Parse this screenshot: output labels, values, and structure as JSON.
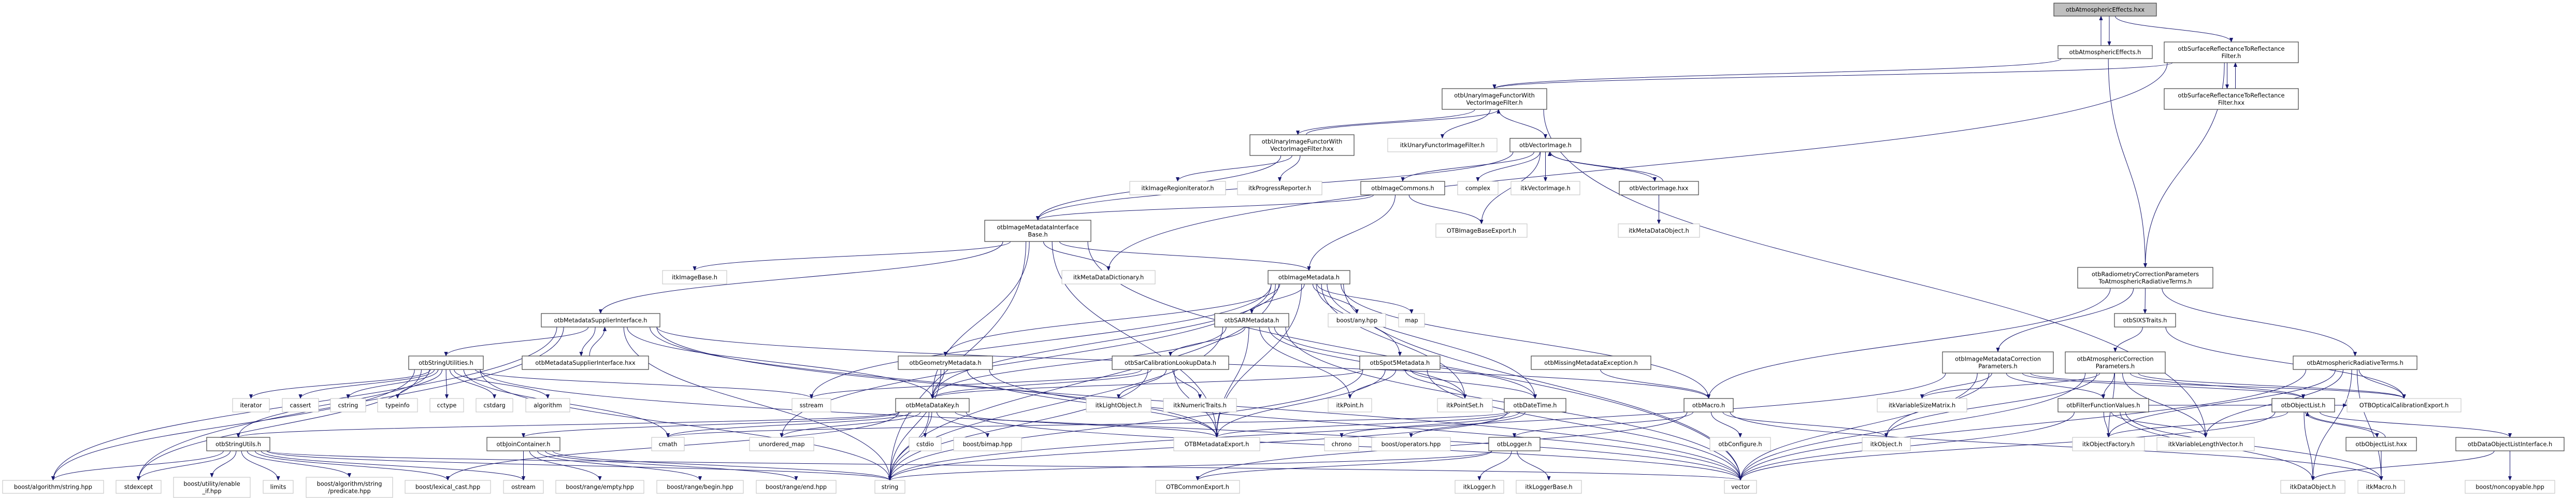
{
  "graph": {
    "edge_color": "#191970",
    "root_fill": "#bfbfbf",
    "documented_border": "#404040",
    "external_border": "#bfbfbf",
    "nodes": [
      {
        "id": "root",
        "label": "otbAtmosphericEffects.hxx",
        "kind": "root"
      },
      {
        "id": "ae",
        "label": "otbAtmosphericEffects.h",
        "kind": "documented"
      },
      {
        "id": "srf",
        "label": "otbSurfaceReflectanceToReflectance\nFilter.h",
        "kind": "documented"
      },
      {
        "id": "srfx",
        "label": "otbSurfaceReflectanceToReflectance\nFilter.hxx",
        "kind": "documented"
      },
      {
        "id": "uf",
        "label": "otbUnaryImageFunctorWith\nVectorImageFilter.h",
        "kind": "documented"
      },
      {
        "id": "ufx",
        "label": "otbUnaryImageFunctorWith\nVectorImageFilter.hxx",
        "kind": "documented"
      },
      {
        "id": "iufif",
        "label": "itkUnaryFunctorImageFilter.h",
        "kind": "external"
      },
      {
        "id": "vi",
        "label": "otbVectorImage.h",
        "kind": "documented"
      },
      {
        "id": "iiri",
        "label": "itkImageRegionIterator.h",
        "kind": "external"
      },
      {
        "id": "ipr",
        "label": "itkProgressReporter.h",
        "kind": "external"
      },
      {
        "id": "ic",
        "label": "otbImageCommons.h",
        "kind": "documented"
      },
      {
        "id": "cplx",
        "label": "complex",
        "kind": "external"
      },
      {
        "id": "ivi",
        "label": "itkVectorImage.h",
        "kind": "external"
      },
      {
        "id": "vix",
        "label": "otbVectorImage.hxx",
        "kind": "documented"
      },
      {
        "id": "imib",
        "label": "otbImageMetadataInterface\nBase.h",
        "kind": "documented"
      },
      {
        "id": "ibe",
        "label": "OTBImageBaseExport.h",
        "kind": "external"
      },
      {
        "id": "imdo",
        "label": "itkMetaDataObject.h",
        "kind": "external"
      },
      {
        "id": "iib",
        "label": "itkImageBase.h",
        "kind": "external"
      },
      {
        "id": "imdd",
        "label": "itkMetaDataDictionary.h",
        "kind": "external"
      },
      {
        "id": "im",
        "label": "otbImageMetadata.h",
        "kind": "documented"
      },
      {
        "id": "rad",
        "label": "otbRadiometryCorrectionParameters\nToAtmosphericRadiativeTerms.h",
        "kind": "documented"
      },
      {
        "id": "msi",
        "label": "otbMetadataSupplierInterface.h",
        "kind": "documented"
      },
      {
        "id": "sar",
        "label": "otbSARMetadata.h",
        "kind": "documented"
      },
      {
        "id": "bany",
        "label": "boost/any.hpp",
        "kind": "external"
      },
      {
        "id": "map",
        "label": "map",
        "kind": "external"
      },
      {
        "id": "sixs",
        "label": "otbSIXSTraits.h",
        "kind": "documented"
      },
      {
        "id": "msix",
        "label": "otbMetadataSupplierInterface.hxx",
        "kind": "documented"
      },
      {
        "id": "su",
        "label": "otbStringUtilities.h",
        "kind": "documented"
      },
      {
        "id": "geo",
        "label": "otbGeometryMetadata.h",
        "kind": "documented"
      },
      {
        "id": "sarcal",
        "label": "otbSarCalibrationLookupData.h",
        "kind": "documented"
      },
      {
        "id": "spot",
        "label": "otbSpot5Metadata.h",
        "kind": "documented"
      },
      {
        "id": "mme",
        "label": "otbMissingMetadataException.h",
        "kind": "documented"
      },
      {
        "id": "imcp",
        "label": "otbImageMetadataCorrection\nParameters.h",
        "kind": "documented"
      },
      {
        "id": "acp",
        "label": "otbAtmosphericCorrection\nParameters.h",
        "kind": "documented"
      },
      {
        "id": "art",
        "label": "otbAtmosphericRadiativeTerms.h",
        "kind": "documented"
      },
      {
        "id": "iter",
        "label": "iterator",
        "kind": "external"
      },
      {
        "id": "cassert",
        "label": "cassert",
        "kind": "external"
      },
      {
        "id": "cstring",
        "label": "cstring",
        "kind": "external"
      },
      {
        "id": "typeinfo",
        "label": "typeinfo",
        "kind": "external"
      },
      {
        "id": "cctype",
        "label": "cctype",
        "kind": "external"
      },
      {
        "id": "cstdarg",
        "label": "cstdarg",
        "kind": "external"
      },
      {
        "id": "algo",
        "label": "algorithm",
        "kind": "external"
      },
      {
        "id": "sstream",
        "label": "sstream",
        "kind": "external"
      },
      {
        "id": "mdk",
        "label": "otbMetaDataKey.h",
        "kind": "documented"
      },
      {
        "id": "ilo",
        "label": "itkLightObject.h",
        "kind": "external"
      },
      {
        "id": "int",
        "label": "itkNumericTraits.h",
        "kind": "external"
      },
      {
        "id": "pt",
        "label": "itkPoint.h",
        "kind": "external"
      },
      {
        "id": "ps",
        "label": "itkPointSet.h",
        "kind": "external"
      },
      {
        "id": "dt",
        "label": "otbDateTime.h",
        "kind": "documented"
      },
      {
        "id": "mac",
        "label": "otbMacro.h",
        "kind": "documented"
      },
      {
        "id": "ivsm",
        "label": "itkVariableSizeMatrix.h",
        "kind": "external"
      },
      {
        "id": "ffv",
        "label": "otbFilterFunctionValues.h",
        "kind": "documented"
      },
      {
        "id": "ol",
        "label": "otbObjectList.h",
        "kind": "documented"
      },
      {
        "id": "ocx",
        "label": "OTBOpticalCalibrationExport.h",
        "kind": "external"
      },
      {
        "id": "sut",
        "label": "otbStringUtils.h",
        "kind": "documented"
      },
      {
        "id": "jc",
        "label": "otbJoinContainer.h",
        "kind": "documented"
      },
      {
        "id": "cmath",
        "label": "cmath",
        "kind": "external"
      },
      {
        "id": "umap",
        "label": "unordered_map",
        "kind": "external"
      },
      {
        "id": "cstdio",
        "label": "cstdio",
        "kind": "external"
      },
      {
        "id": "bimap",
        "label": "boost/bimap.hpp",
        "kind": "external"
      },
      {
        "id": "mex",
        "label": "OTBMetadataExport.h",
        "kind": "external"
      },
      {
        "id": "chrono",
        "label": "chrono",
        "kind": "external"
      },
      {
        "id": "bops",
        "label": "boost/operators.hpp",
        "kind": "external"
      },
      {
        "id": "log",
        "label": "otbLogger.h",
        "kind": "documented"
      },
      {
        "id": "conf",
        "label": "otbConfigure.h",
        "kind": "external"
      },
      {
        "id": "iobj",
        "label": "itkObject.h",
        "kind": "external"
      },
      {
        "id": "iof",
        "label": "itkObjectFactory.h",
        "kind": "external"
      },
      {
        "id": "ivlv",
        "label": "itkVariableLengthVector.h",
        "kind": "external"
      },
      {
        "id": "olx",
        "label": "otbObjectList.hxx",
        "kind": "documented"
      },
      {
        "id": "doli",
        "label": "otbDataObjectListInterface.h",
        "kind": "documented"
      },
      {
        "id": "bstr",
        "label": "boost/algorithm/string.hpp",
        "kind": "external"
      },
      {
        "id": "stdexc",
        "label": "stdexcept",
        "kind": "external"
      },
      {
        "id": "enif",
        "label": "boost/utility/enable\n_if.hpp",
        "kind": "external"
      },
      {
        "id": "limits",
        "label": "limits",
        "kind": "external"
      },
      {
        "id": "pred",
        "label": "boost/algorithm/string\n/predicate.hpp",
        "kind": "external"
      },
      {
        "id": "lex",
        "label": "boost/lexical_cast.hpp",
        "kind": "external"
      },
      {
        "id": "ostream",
        "label": "ostream",
        "kind": "external"
      },
      {
        "id": "empty",
        "label": "boost/range/empty.hpp",
        "kind": "external"
      },
      {
        "id": "begin",
        "label": "boost/range/begin.hpp",
        "kind": "external"
      },
      {
        "id": "end",
        "label": "boost/range/end.hpp",
        "kind": "external"
      },
      {
        "id": "string",
        "label": "string",
        "kind": "external"
      },
      {
        "id": "cexp",
        "label": "OTBCommonExport.h",
        "kind": "external"
      },
      {
        "id": "ilog",
        "label": "itkLogger.h",
        "kind": "external"
      },
      {
        "id": "ilogb",
        "label": "itkLoggerBase.h",
        "kind": "external"
      },
      {
        "id": "vector",
        "label": "vector",
        "kind": "external"
      },
      {
        "id": "ido",
        "label": "itkDataObject.h",
        "kind": "external"
      },
      {
        "id": "imac",
        "label": "itkMacro.h",
        "kind": "external"
      },
      {
        "id": "bnc",
        "label": "boost/noncopyable.hpp",
        "kind": "external"
      }
    ],
    "edges": [
      [
        "root",
        "ae"
      ],
      [
        "ae",
        "root"
      ],
      [
        "root",
        "srf"
      ],
      [
        "ae",
        "uf"
      ],
      [
        "ae",
        "rad"
      ],
      [
        "srf",
        "srfx"
      ],
      [
        "srfx",
        "srf"
      ],
      [
        "srf",
        "rad"
      ],
      [
        "srf",
        "uf"
      ],
      [
        "srf",
        "imdd"
      ],
      [
        "uf",
        "ufx"
      ],
      [
        "ufx",
        "uf"
      ],
      [
        "uf",
        "iufif"
      ],
      [
        "uf",
        "vi"
      ],
      [
        "uf",
        "ivlv"
      ],
      [
        "ufx",
        "iiri"
      ],
      [
        "ufx",
        "ipr"
      ],
      [
        "ufx",
        "imib"
      ],
      [
        "vi",
        "ic"
      ],
      [
        "vi",
        "cplx"
      ],
      [
        "vi",
        "ivi"
      ],
      [
        "vi",
        "vix"
      ],
      [
        "vix",
        "vi"
      ],
      [
        "vi",
        "ibe"
      ],
      [
        "vi",
        "imib"
      ],
      [
        "vix",
        "imdo"
      ],
      [
        "ic",
        "im"
      ],
      [
        "ic",
        "ibe"
      ],
      [
        "ic",
        "imib"
      ],
      [
        "imib",
        "imdd"
      ],
      [
        "imib",
        "im"
      ],
      [
        "imib",
        "mdk"
      ],
      [
        "imib",
        "mex"
      ],
      [
        "imib",
        "iib"
      ],
      [
        "imib",
        "msi"
      ],
      [
        "imib",
        "string"
      ],
      [
        "imib",
        "vector"
      ],
      [
        "im",
        "sar"
      ],
      [
        "im",
        "bany"
      ],
      [
        "im",
        "map"
      ],
      [
        "im",
        "spot"
      ],
      [
        "im",
        "geo"
      ],
      [
        "im",
        "mdk"
      ],
      [
        "im",
        "mex"
      ],
      [
        "im",
        "mac"
      ],
      [
        "im",
        "vector"
      ],
      [
        "im",
        "string"
      ],
      [
        "im",
        "dt"
      ],
      [
        "im",
        "umap"
      ],
      [
        "im",
        "sstream"
      ],
      [
        "im",
        "ps"
      ],
      [
        "msi",
        "su"
      ],
      [
        "msi",
        "msix"
      ],
      [
        "msix",
        "msi"
      ],
      [
        "msi",
        "mdk"
      ],
      [
        "msi",
        "mex"
      ],
      [
        "msi",
        "string"
      ],
      [
        "msi",
        "vector"
      ],
      [
        "msi",
        "bstr"
      ],
      [
        "msi",
        "stdexc"
      ],
      [
        "msi",
        "mac"
      ],
      [
        "su",
        "iter"
      ],
      [
        "su",
        "cassert"
      ],
      [
        "su",
        "cstring"
      ],
      [
        "su",
        "typeinfo"
      ],
      [
        "su",
        "cctype"
      ],
      [
        "su",
        "cstdarg"
      ],
      [
        "su",
        "algo"
      ],
      [
        "su",
        "sstream"
      ],
      [
        "su",
        "cmath"
      ],
      [
        "su",
        "string"
      ],
      [
        "su",
        "vector"
      ],
      [
        "su",
        "sut"
      ],
      [
        "su",
        "stdexc"
      ],
      [
        "su",
        "bstr"
      ],
      [
        "sut",
        "bstr"
      ],
      [
        "sut",
        "stdexc"
      ],
      [
        "sut",
        "enif"
      ],
      [
        "sut",
        "limits"
      ],
      [
        "sut",
        "pred"
      ],
      [
        "sut",
        "lex"
      ],
      [
        "sut",
        "string"
      ],
      [
        "sut",
        "vector"
      ],
      [
        "sut",
        "ostream"
      ],
      [
        "jc",
        "ostream"
      ],
      [
        "jc",
        "empty"
      ],
      [
        "jc",
        "begin"
      ],
      [
        "jc",
        "end"
      ],
      [
        "jc",
        "string"
      ],
      [
        "sar",
        "sarcal"
      ],
      [
        "sar",
        "mex"
      ],
      [
        "sar",
        "string"
      ],
      [
        "sar",
        "vector"
      ],
      [
        "sar",
        "ps"
      ],
      [
        "sar",
        "dt"
      ],
      [
        "sar",
        "mdk"
      ],
      [
        "sar",
        "pt"
      ],
      [
        "geo",
        "mdk"
      ],
      [
        "geo",
        "string"
      ],
      [
        "geo",
        "vector"
      ],
      [
        "geo",
        "mex"
      ],
      [
        "sarcal",
        "ilo"
      ],
      [
        "sarcal",
        "int"
      ],
      [
        "sarcal",
        "mex"
      ],
      [
        "sarcal",
        "string"
      ],
      [
        "sarcal",
        "mdk"
      ],
      [
        "sarcal",
        "sstream"
      ],
      [
        "mdk",
        "cstdio"
      ],
      [
        "mdk",
        "bimap"
      ],
      [
        "mdk",
        "string"
      ],
      [
        "mdk",
        "mex"
      ],
      [
        "mdk",
        "umap"
      ],
      [
        "mdk",
        "jc"
      ],
      [
        "mdk",
        "sut"
      ],
      [
        "mdk",
        "vector"
      ],
      [
        "mdk",
        "lex"
      ],
      [
        "mdk",
        "cmath"
      ],
      [
        "spot",
        "pt"
      ],
      [
        "spot",
        "ps"
      ],
      [
        "spot",
        "dt"
      ],
      [
        "spot",
        "string"
      ],
      [
        "spot",
        "vector"
      ],
      [
        "spot",
        "mex"
      ],
      [
        "spot",
        "mdk"
      ],
      [
        "mme",
        "mac"
      ],
      [
        "dt",
        "chrono"
      ],
      [
        "dt",
        "bops"
      ],
      [
        "dt",
        "string"
      ],
      [
        "dt",
        "cmath"
      ],
      [
        "dt",
        "mex"
      ],
      [
        "mac",
        "conf"
      ],
      [
        "mac",
        "log"
      ],
      [
        "mac",
        "iobj"
      ],
      [
        "mac",
        "imac"
      ],
      [
        "mac",
        "cexp"
      ],
      [
        "log",
        "ilog"
      ],
      [
        "log",
        "ilogb"
      ],
      [
        "log",
        "cexp"
      ],
      [
        "log",
        "string"
      ],
      [
        "rad",
        "sixs"
      ],
      [
        "rad",
        "imcp"
      ],
      [
        "rad",
        "art"
      ],
      [
        "rad",
        "mac"
      ],
      [
        "sixs",
        "acp"
      ],
      [
        "sixs",
        "ocx"
      ],
      [
        "imcp",
        "ivsm"
      ],
      [
        "imcp",
        "ffv"
      ],
      [
        "imcp",
        "iobj"
      ],
      [
        "imcp",
        "vector"
      ],
      [
        "imcp",
        "ol"
      ],
      [
        "imcp",
        "ocx"
      ],
      [
        "imcp",
        "string"
      ],
      [
        "acp",
        "ffv"
      ],
      [
        "acp",
        "ivsm"
      ],
      [
        "acp",
        "iobj"
      ],
      [
        "acp",
        "ol"
      ],
      [
        "acp",
        "ocx"
      ],
      [
        "acp",
        "vector"
      ],
      [
        "acp",
        "ivlv"
      ],
      [
        "acp",
        "iof"
      ],
      [
        "ffv",
        "iof"
      ],
      [
        "ffv",
        "vector"
      ],
      [
        "ffv",
        "ido"
      ],
      [
        "ffv",
        "ivlv"
      ],
      [
        "ffv",
        "imac"
      ],
      [
        "ffv",
        "ocx"
      ],
      [
        "art",
        "ocx"
      ],
      [
        "art",
        "ivlv"
      ],
      [
        "art",
        "ido"
      ],
      [
        "art",
        "imac"
      ],
      [
        "art",
        "vector"
      ],
      [
        "art",
        "iof"
      ],
      [
        "ol",
        "olx"
      ],
      [
        "olx",
        "ol"
      ],
      [
        "ol",
        "doli"
      ],
      [
        "ol",
        "ido"
      ],
      [
        "ol",
        "iof"
      ],
      [
        "ol",
        "vector"
      ],
      [
        "olx",
        "imac"
      ],
      [
        "doli",
        "bnc"
      ],
      [
        "doli",
        "ido"
      ]
    ]
  }
}
